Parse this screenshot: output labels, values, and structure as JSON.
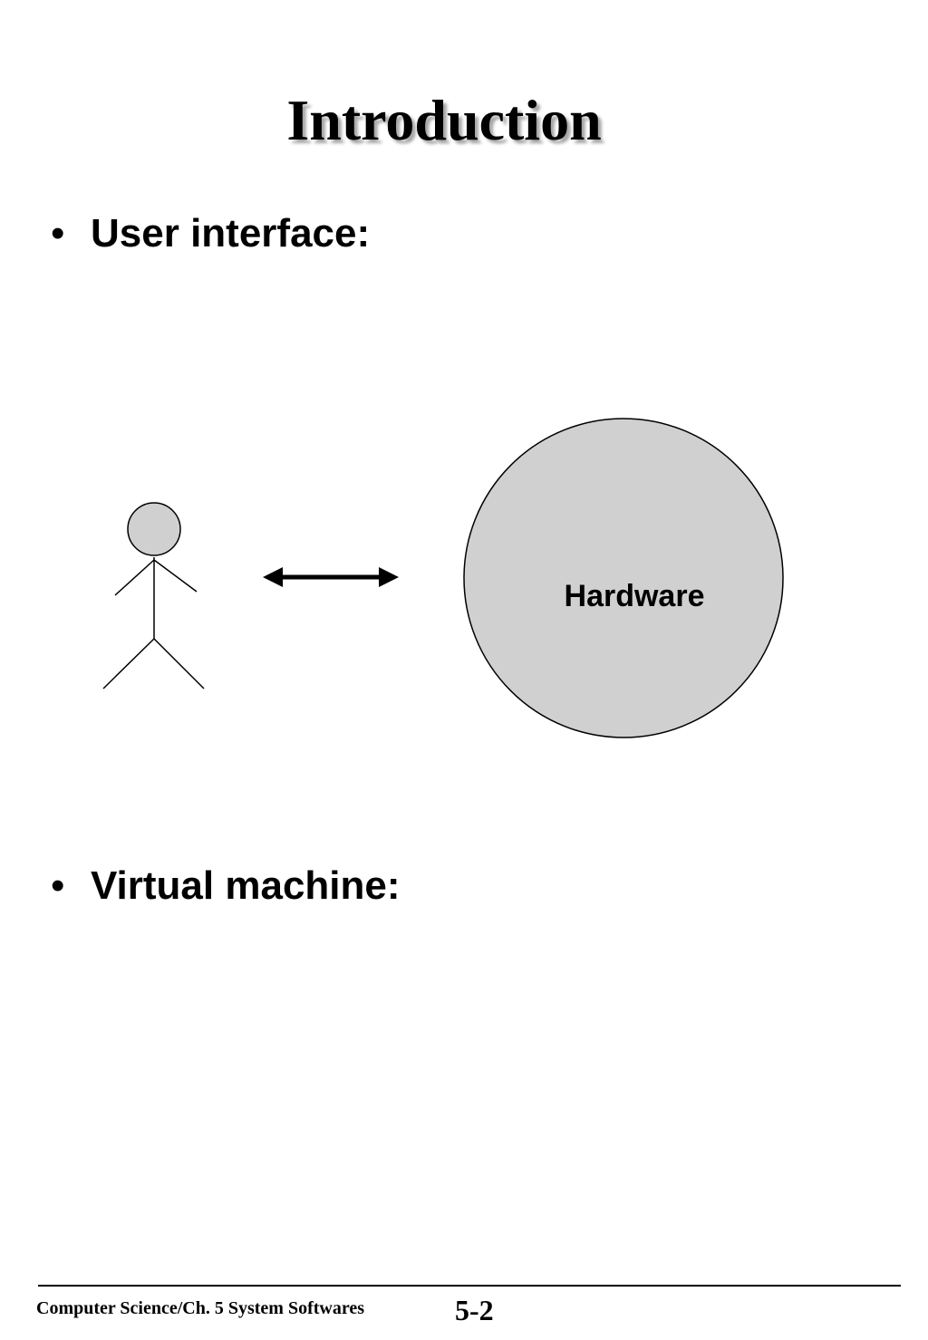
{
  "slide": {
    "title": "Introduction",
    "bullets": [
      {
        "marker": "•",
        "text": "User interface:"
      },
      {
        "marker": "•",
        "text": "Virtual machine:"
      }
    ]
  },
  "diagram": {
    "user_icon": "stick-figure-icon",
    "connector_icon": "double-headed-arrow-icon",
    "hardware_label": "Hardware",
    "colors": {
      "hardware_fill": "#d0d0d0",
      "head_fill": "#d0d0d0",
      "stroke": "#000000"
    }
  },
  "footer": {
    "course": "Computer Science/Ch. 5 System Softwares",
    "page": "5-2"
  }
}
